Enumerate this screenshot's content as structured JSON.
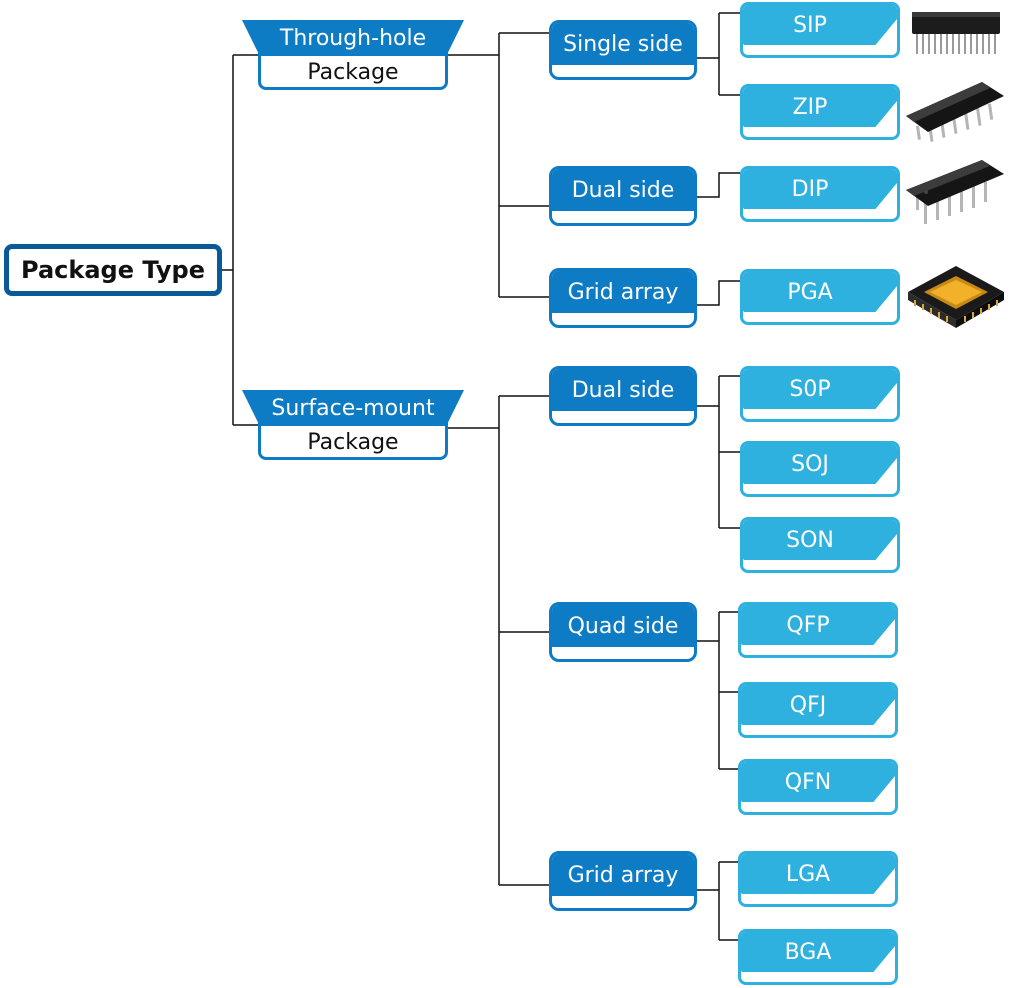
{
  "root": {
    "label": "Package Type"
  },
  "through_hole": {
    "title": "Through-hole",
    "subtitle": "Package",
    "groups": {
      "single": {
        "label": "Single side",
        "leaves": [
          "SIP",
          "ZIP"
        ]
      },
      "dual": {
        "label": "Dual side",
        "leaves": [
          "DIP"
        ]
      },
      "grid": {
        "label": "Grid array",
        "leaves": [
          "PGA"
        ]
      }
    }
  },
  "surface_mount": {
    "title": "Surface-mount",
    "subtitle": "Package",
    "groups": {
      "dual": {
        "label": "Dual side",
        "leaves": [
          "S0P",
          "SOJ",
          "SON"
        ]
      },
      "quad": {
        "label": "Quad side",
        "leaves": [
          "QFP",
          "QFJ",
          "QFN"
        ]
      },
      "grid": {
        "label": "Grid array",
        "leaves": [
          "LGA",
          "BGA"
        ]
      }
    }
  },
  "colors": {
    "root_border": "#0a5a9a",
    "category_blue": "#0d7cc4",
    "leaf_cyan": "#2fb1e0",
    "line": "#111111"
  },
  "icons": [
    "sip-chip-icon",
    "zip-chip-icon",
    "dip-chip-icon",
    "pga-chip-icon"
  ]
}
